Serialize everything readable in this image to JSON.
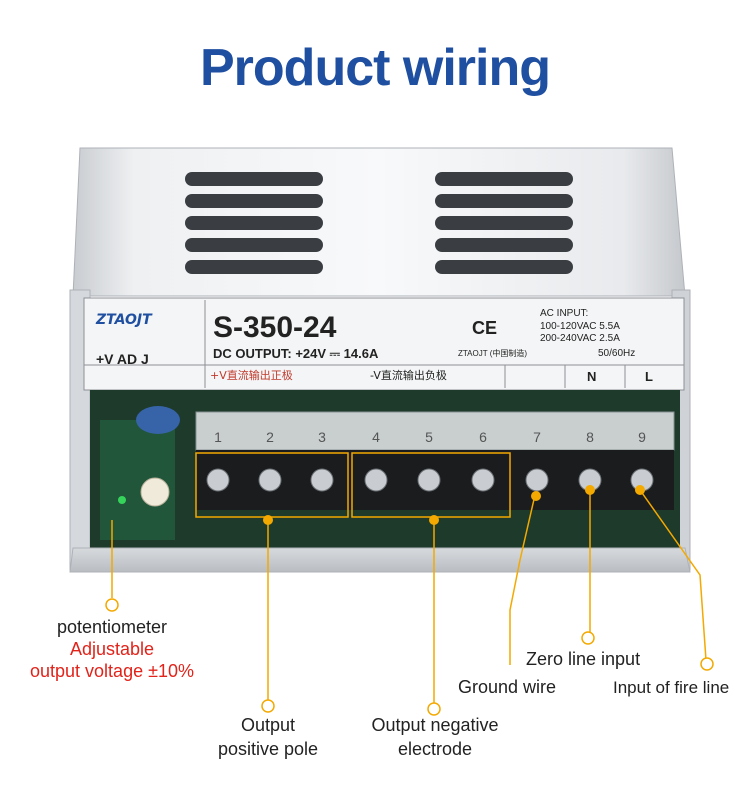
{
  "title": "Product wiring",
  "label_plate": {
    "brand": "ZTAOJT",
    "model": "S-350-24",
    "dc_output": "DC OUTPUT: +24V ⎓ 14.6A",
    "ce_mark": "CE",
    "ac_input": "AC INPUT:",
    "ac_line1": "100-120VAC 5.5A",
    "ac_line2": "200-240VAC 2.5A",
    "freq": "50/60Hz",
    "maker": "ZTAOJT (中国制造)",
    "adj": "+V  AD J",
    "pos_label": "+V直流输出正极",
    "neg_label": "-V直流输出负极",
    "n_label": "N",
    "l_label": "L",
    "terminal_numbers": [
      "1",
      "2",
      "3",
      "4",
      "5",
      "6",
      "7",
      "8",
      "9"
    ]
  },
  "annotations": {
    "potentiometer": "potentiometer",
    "adjustable": "Adjustable",
    "output_voltage": "output voltage ±10%",
    "output_positive_1": "Output",
    "output_positive_2": "positive pole",
    "output_negative_1": "Output  negative",
    "output_negative_2": "electrode",
    "ground_wire": "Ground wire",
    "zero_line": "Zero line input",
    "fire_line": "Input of fire line"
  },
  "colors": {
    "title": "#1f4fa0",
    "marker": "#f3a900",
    "red_text": "#e2231a"
  }
}
